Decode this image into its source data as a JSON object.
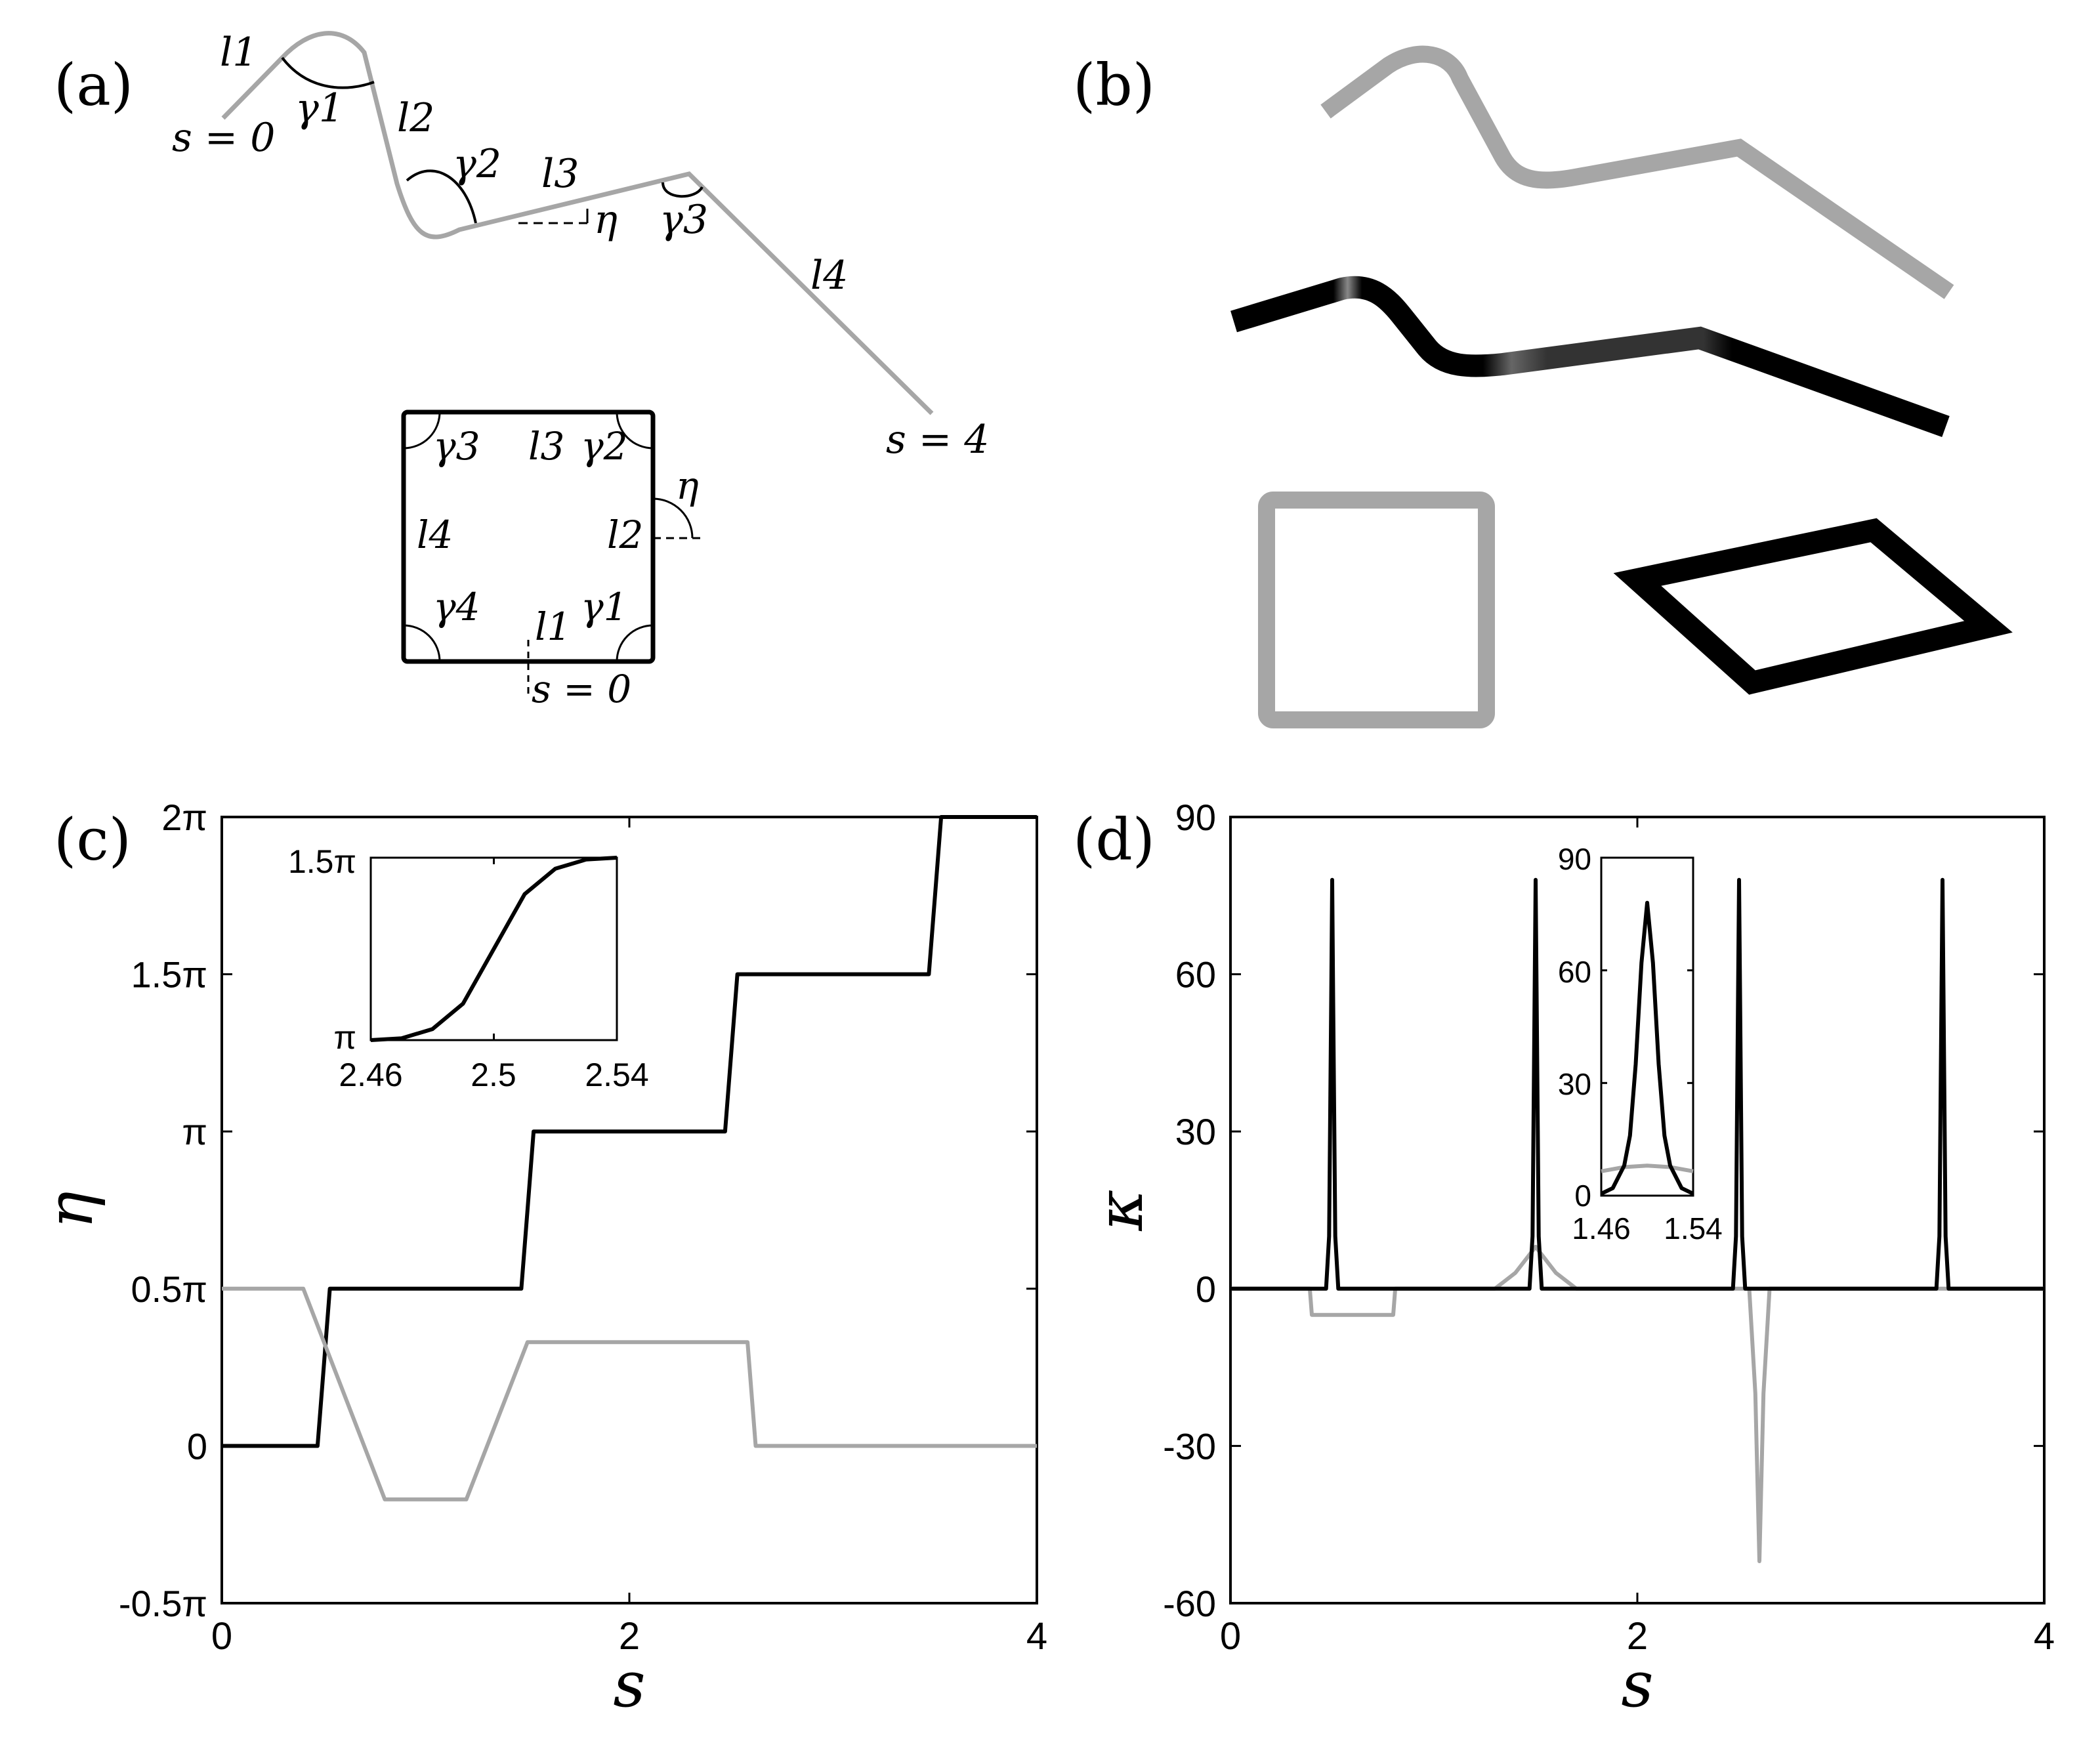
{
  "panels": {
    "a": {
      "label": "(a)",
      "open": {
        "segments": [
          "l1",
          "l2",
          "l3",
          "l4"
        ],
        "angles": [
          "γ1",
          "γ2",
          "γ3"
        ],
        "eta": "η",
        "start": "s = 0",
        "end": "s = 4"
      },
      "square": {
        "sides": [
          "l1",
          "l2",
          "l3",
          "l4"
        ],
        "angles": [
          "γ1",
          "γ2",
          "γ3",
          "γ4"
        ],
        "eta": "η",
        "start": "s = 0"
      }
    },
    "b": {
      "label": "(b)"
    },
    "c": {
      "label": "(c)"
    },
    "d": {
      "label": "(d)"
    }
  },
  "chart_data": [
    {
      "panel": "c",
      "type": "line",
      "xlabel": "s",
      "ylabel": "η",
      "xlim": [
        0,
        4
      ],
      "ylim": [
        -0.5,
        2
      ],
      "x_ticks": [
        "0",
        "2",
        "4"
      ],
      "y_ticks": [
        "-0.5π",
        "0",
        "0.5π",
        "π",
        "1.5π",
        "2π"
      ],
      "y_units": "π",
      "colors": {
        "square": "#000000",
        "open": "#a6a6a6"
      },
      "series": [
        {
          "id": "square",
          "points": [
            [
              0,
              0
            ],
            [
              0.47,
              0
            ],
            [
              0.5,
              0.25
            ],
            [
              0.53,
              0.5
            ],
            [
              1.47,
              0.5
            ],
            [
              1.5,
              0.75
            ],
            [
              1.53,
              1
            ],
            [
              2.47,
              1
            ],
            [
              2.5,
              1.25
            ],
            [
              2.53,
              1.5
            ],
            [
              3.47,
              1.5
            ],
            [
              3.5,
              1.75
            ],
            [
              3.53,
              2
            ],
            [
              4,
              2
            ]
          ]
        },
        {
          "id": "open",
          "points": [
            [
              0,
              0.5
            ],
            [
              0.4,
              0.5
            ],
            [
              0.8,
              -0.17
            ],
            [
              1.2,
              -0.17
            ],
            [
              1.5,
              0.33
            ],
            [
              2.58,
              0.33
            ],
            [
              2.62,
              0
            ],
            [
              4,
              0
            ]
          ]
        }
      ],
      "inset": {
        "xlim": [
          2.46,
          2.54
        ],
        "ylim": [
          1,
          1.5
        ],
        "x_ticks": [
          "2.46",
          "2.5",
          "2.54"
        ],
        "y_ticks": [
          "π",
          "1.5π"
        ],
        "series": [
          {
            "id": "square",
            "points": [
              [
                2.46,
                1
              ],
              [
                2.47,
                1.005
              ],
              [
                2.48,
                1.03
              ],
              [
                2.49,
                1.1
              ],
              [
                2.5,
                1.25
              ],
              [
                2.51,
                1.4
              ],
              [
                2.52,
                1.47
              ],
              [
                2.53,
                1.495
              ],
              [
                2.54,
                1.5
              ]
            ]
          }
        ]
      }
    },
    {
      "panel": "d",
      "type": "line",
      "xlabel": "s",
      "ylabel": "κ",
      "xlim": [
        0,
        4
      ],
      "ylim": [
        -60,
        90
      ],
      "x_ticks": [
        "0",
        "2",
        "4"
      ],
      "y_ticks": [
        "-60",
        "-30",
        "0",
        "30",
        "60",
        "90"
      ],
      "colors": {
        "square": "#000000",
        "open": "#a6a6a6"
      },
      "series": [
        {
          "id": "open",
          "points": [
            [
              0,
              0
            ],
            [
              0.39,
              0
            ],
            [
              0.4,
              -5
            ],
            [
              0.8,
              -5
            ],
            [
              0.81,
              0
            ],
            [
              1.3,
              0
            ],
            [
              1.4,
              3
            ],
            [
              1.5,
              8
            ],
            [
              1.6,
              3
            ],
            [
              1.7,
              0
            ],
            [
              2.55,
              0
            ],
            [
              2.58,
              -20
            ],
            [
              2.6,
              -52
            ],
            [
              2.62,
              -20
            ],
            [
              2.65,
              0
            ],
            [
              4,
              0
            ]
          ]
        },
        {
          "id": "square",
          "points": [
            [
              0,
              0
            ],
            [
              0.47,
              0
            ],
            [
              0.485,
              10
            ],
            [
              0.495,
              55
            ],
            [
              0.5,
              78
            ],
            [
              0.505,
              55
            ],
            [
              0.515,
              10
            ],
            [
              0.53,
              0
            ],
            [
              1.47,
              0
            ],
            [
              1.485,
              10
            ],
            [
              1.495,
              55
            ],
            [
              1.5,
              78
            ],
            [
              1.505,
              55
            ],
            [
              1.515,
              10
            ],
            [
              1.53,
              0
            ],
            [
              2.47,
              0
            ],
            [
              2.485,
              10
            ],
            [
              2.495,
              55
            ],
            [
              2.5,
              78
            ],
            [
              2.505,
              55
            ],
            [
              2.515,
              10
            ],
            [
              2.53,
              0
            ],
            [
              3.47,
              0
            ],
            [
              3.485,
              10
            ],
            [
              3.495,
              55
            ],
            [
              3.5,
              78
            ],
            [
              3.505,
              55
            ],
            [
              3.515,
              10
            ],
            [
              3.53,
              0
            ],
            [
              4,
              0
            ]
          ]
        }
      ],
      "inset": {
        "xlim": [
          1.46,
          1.54
        ],
        "ylim": [
          0,
          90
        ],
        "x_ticks": [
          "1.46",
          "1.54"
        ],
        "y_ticks": [
          "0",
          "30",
          "60",
          "90"
        ],
        "series": [
          {
            "id": "open",
            "points": [
              [
                1.46,
                6.5
              ],
              [
                1.48,
                7.6
              ],
              [
                1.5,
                8
              ],
              [
                1.52,
                7.6
              ],
              [
                1.54,
                6.5
              ]
            ]
          },
          {
            "id": "square",
            "points": [
              [
                1.46,
                0.5
              ],
              [
                1.47,
                2
              ],
              [
                1.48,
                8
              ],
              [
                1.485,
                16
              ],
              [
                1.49,
                35
              ],
              [
                1.495,
                62
              ],
              [
                1.5,
                78
              ],
              [
                1.505,
                62
              ],
              [
                1.51,
                35
              ],
              [
                1.515,
                16
              ],
              [
                1.52,
                8
              ],
              [
                1.53,
                2
              ],
              [
                1.54,
                0.5
              ]
            ]
          }
        ]
      }
    }
  ]
}
